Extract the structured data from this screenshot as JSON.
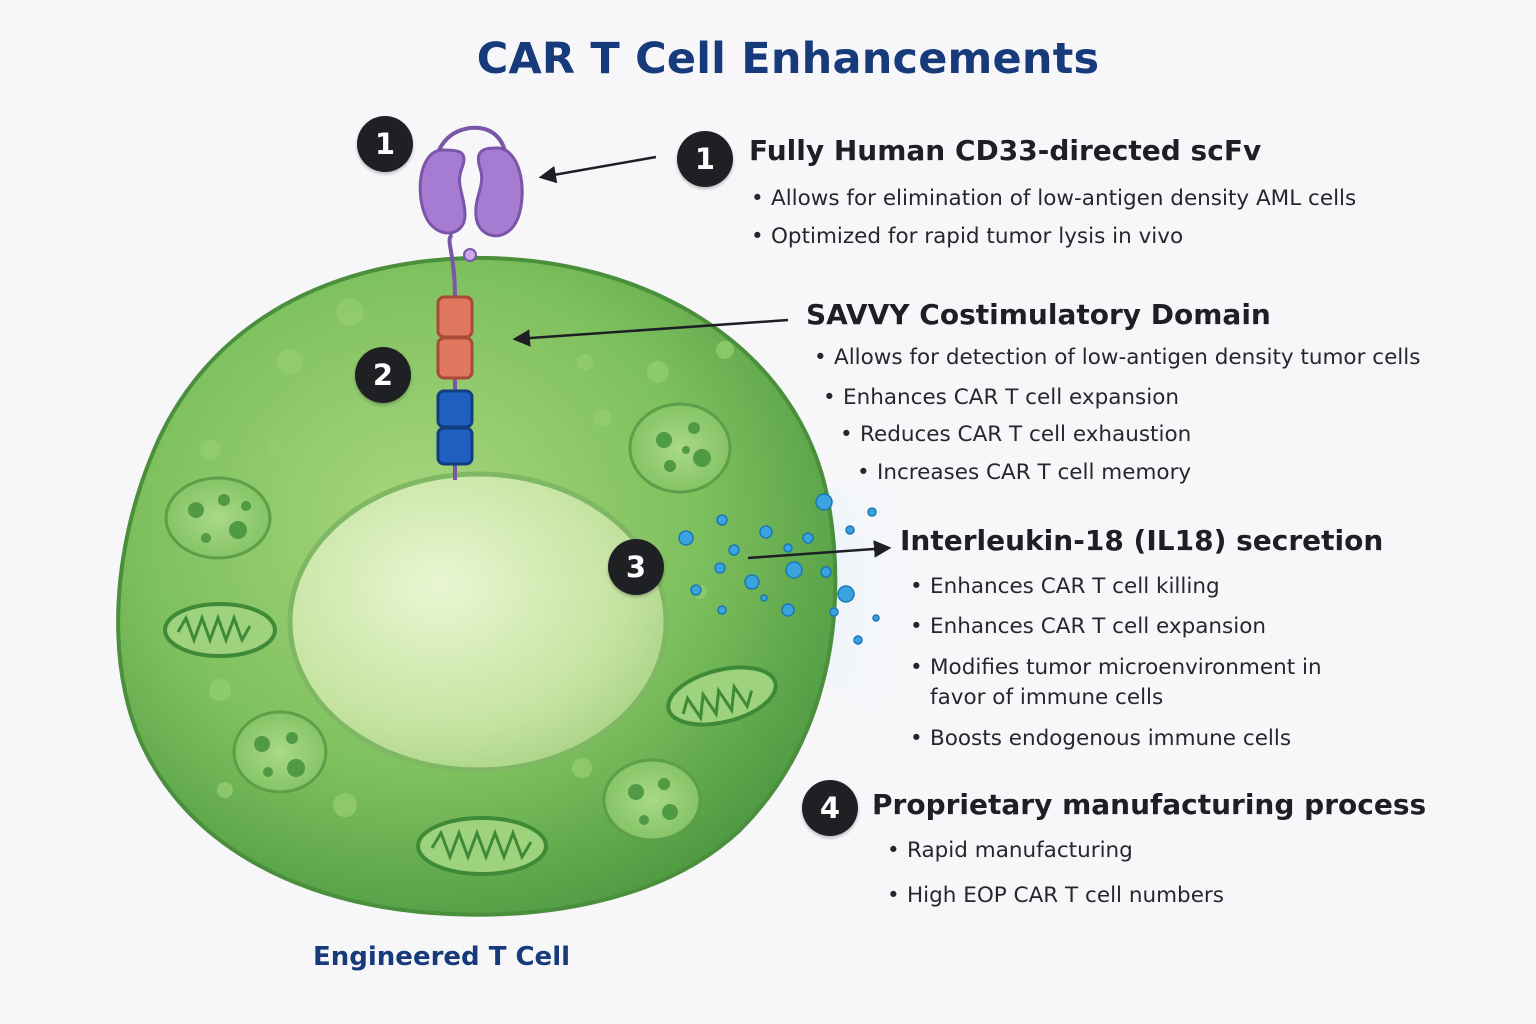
{
  "title": "CAR T Cell Enhancements",
  "caption": "Engineered T Cell",
  "colors": {
    "title": "#163a7a",
    "cell": "#5fae4e",
    "nucleus": "#c8e6a4",
    "scfv": "#a57cd1",
    "costim": "#e07860",
    "signal": "#1f5fbf",
    "il18": "#3aa3e0",
    "marker": "#1f2024"
  },
  "markers": [
    "1",
    "2",
    "3",
    "1",
    "4"
  ],
  "sections": [
    {
      "number": "1",
      "heading": "Fully Human CD33-directed scFv",
      "bullets": [
        "Allows for elimination of low-antigen density AML cells",
        "Optimized for rapid tumor lysis in vivo"
      ]
    },
    {
      "number": "",
      "heading": "SAVVY Costimulatory Domain",
      "bullets": [
        "Allows for detection of low-antigen density tumor cells",
        "Enhances CAR T cell expansion",
        "Reduces CAR T cell exhaustion",
        "Increases CAR T cell memory"
      ]
    },
    {
      "number": "",
      "heading": "Interleukin-18 (IL18) secretion",
      "bullets": [
        "Enhances CAR T cell killing",
        "Enhances CAR T cell expansion",
        "Modifies tumor microenvironment in",
        "favor of immune cells",
        "Boosts endogenous immune cells"
      ]
    },
    {
      "number": "4",
      "heading": "Proprietary manufacturing process",
      "bullets": [
        "Rapid manufacturing",
        "High EOP CAR T cell numbers"
      ]
    }
  ]
}
